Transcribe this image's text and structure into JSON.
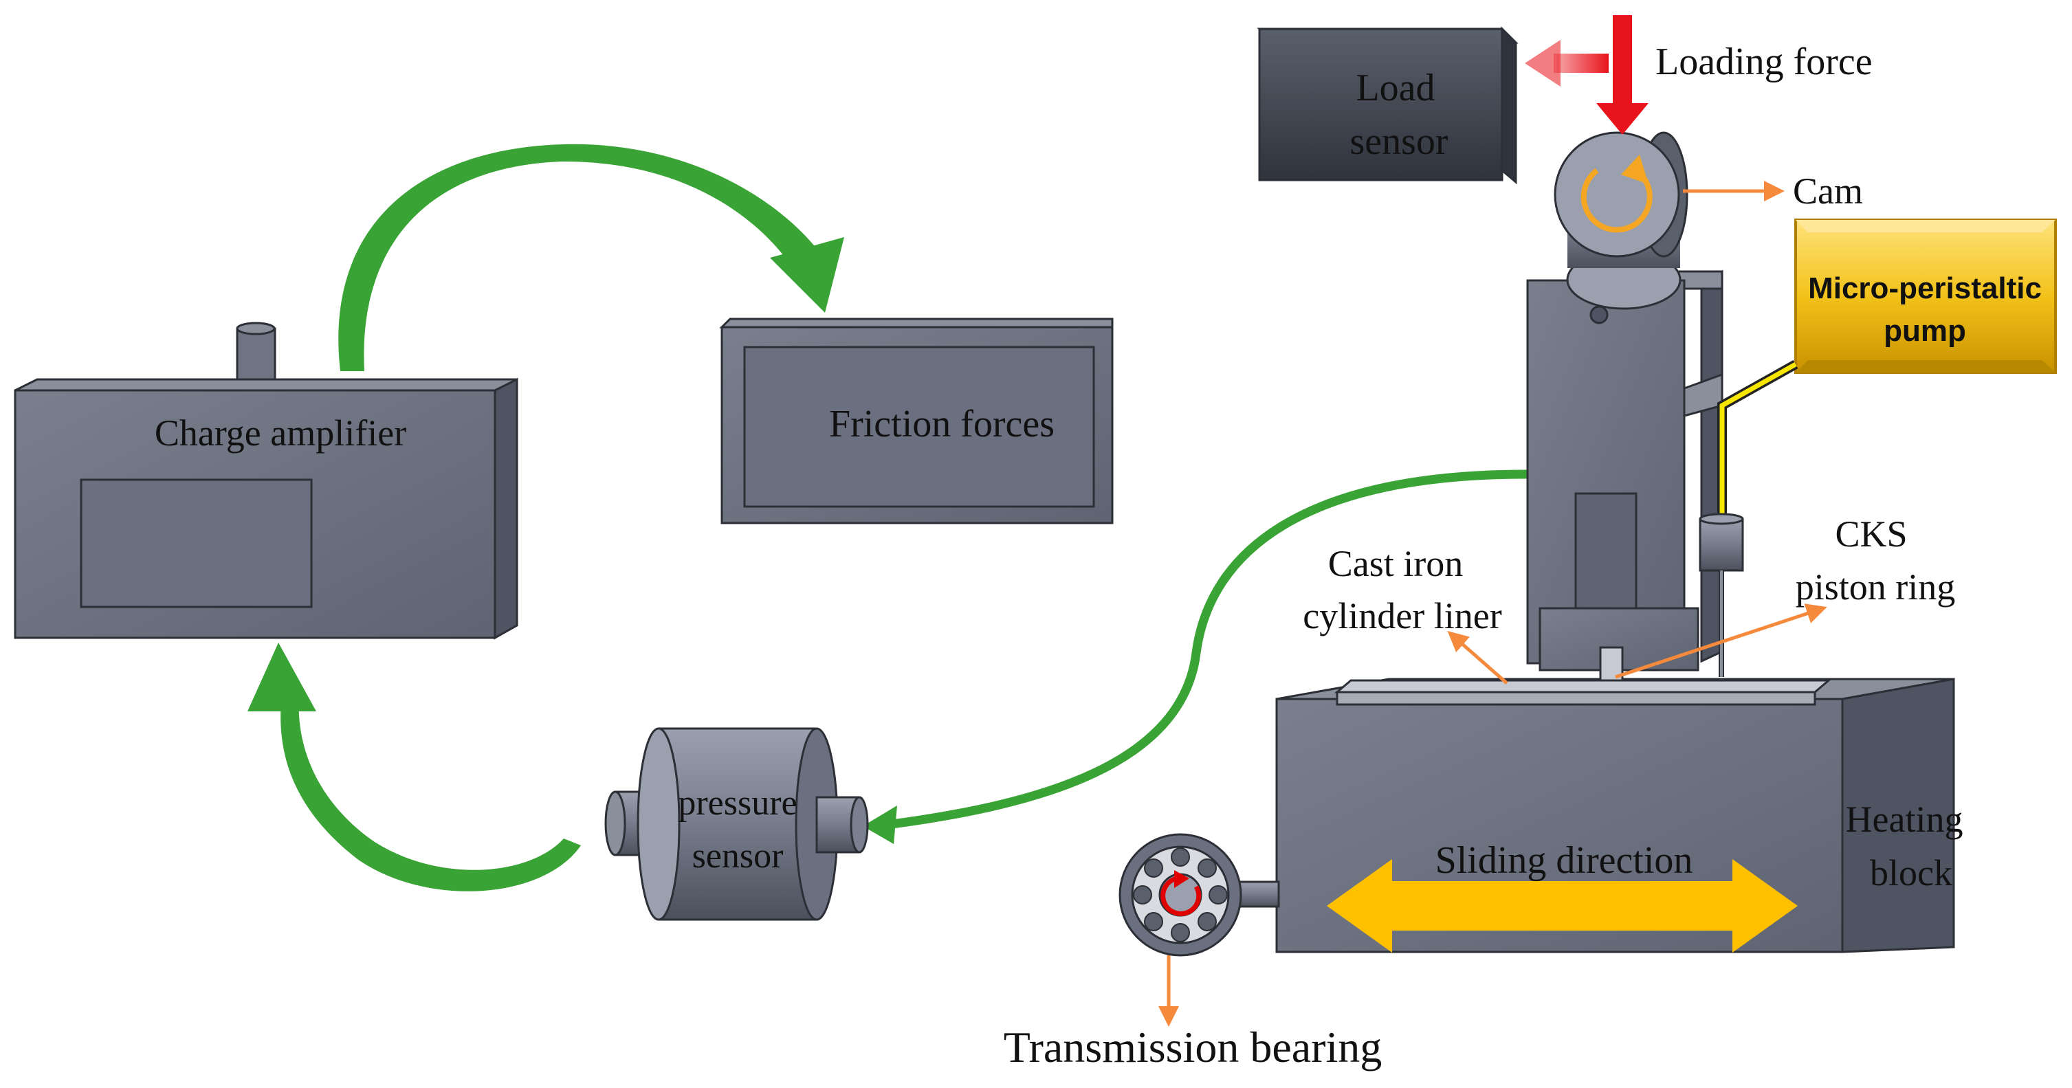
{
  "labels": {
    "load_sensor": [
      "Load",
      "sensor"
    ],
    "loading_force": "Loading force",
    "cam": "Cam",
    "micro_pump": [
      "Micro-peristaltic",
      "pump"
    ],
    "charge_amplifier": "Charge amplifier",
    "friction_forces": "Friction forces",
    "cast_iron_liner": [
      "Cast iron",
      "cylinder liner"
    ],
    "cks_ring": [
      "CKS",
      "piston ring"
    ],
    "pressure_sensor": [
      "pressure",
      "sensor"
    ],
    "sliding_direction": "Sliding direction",
    "heating_block": [
      "Heating",
      "block"
    ],
    "transmission_bearing": "Transmission bearing"
  },
  "colors": {
    "machine_body": "#6b7080",
    "machine_dark": "#4f5463",
    "machine_light": "#9aa0ae",
    "signal_arrow": "#3aa335",
    "loading_arrow": "#e8141c",
    "leader_line": "#f58a3c",
    "sliding_arrow": "#ffc000",
    "pump_gold": "#f2c21a",
    "rotation_ring": "#f5a623",
    "bearing_rotation": "#e00000"
  },
  "icons": {
    "cam_rotation": "rotation-arrow-icon",
    "bearing_rotation": "rotation-arrow-icon"
  }
}
